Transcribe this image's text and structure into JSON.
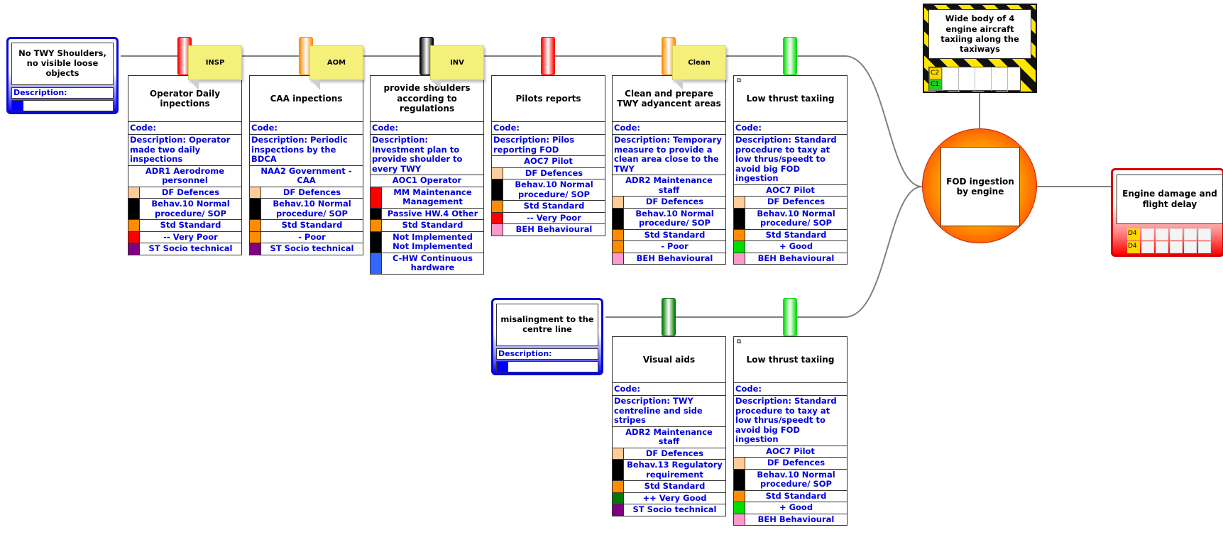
{
  "threats": [
    {
      "id": "t1",
      "title": "No TWY Shoulders, no visible loose objects",
      "description_label": "Description:"
    },
    {
      "id": "t2",
      "title": "misalingment to the centre line",
      "description_label": "Description:"
    }
  ],
  "notes": [
    "INSP",
    "AOM",
    "INV",
    "Clean"
  ],
  "barriers": [
    {
      "title": "Operator Daily inpections",
      "code": "Code:",
      "description": "Description: Operator made two daily inspections",
      "owner": "ADR1 Aerodrome personnel",
      "rows": [
        {
          "label": "DF Defences",
          "color": "#ffcc99"
        },
        {
          "label": "Behav.10 Normal procedure/ SOP",
          "color": "#000000"
        },
        {
          "label": "Std Standard",
          "color": "#ff8c00"
        },
        {
          "label": "-- Very Poor",
          "color": "#ff0000"
        },
        {
          "label": "ST Socio technical",
          "color": "#800080"
        }
      ]
    },
    {
      "title": "CAA inpections",
      "code": "Code:",
      "description": "Description: Periodic inspections by the BDCA",
      "owner": "NAA2 Government - CAA",
      "rows": [
        {
          "label": "DF Defences",
          "color": "#ffcc99"
        },
        {
          "label": "Behav.10 Normal procedure/ SOP",
          "color": "#000000"
        },
        {
          "label": "Std Standard",
          "color": "#ff8c00"
        },
        {
          "label": "- Poor",
          "color": "#ff8c00"
        },
        {
          "label": "ST Socio technical",
          "color": "#800080"
        }
      ]
    },
    {
      "title": "provide shoulders according to regulations",
      "code": "Code:",
      "description": "Description: Investment plan to provide shoulder to every TWY",
      "owner": "AOC1 Operator",
      "rows": [
        {
          "label": "MM Maintenance Management",
          "color": "#ff0000"
        },
        {
          "label": "Passive HW.4 Other",
          "color": "#000000"
        },
        {
          "label": "Std Standard",
          "color": "#ff8c00"
        },
        {
          "label": "Not Implemented Not Implemented",
          "color": "#000000"
        },
        {
          "label": "C-HW Continuous hardware",
          "color": "#3366ff"
        }
      ]
    },
    {
      "title": "Pilots reports",
      "code": "Code:",
      "description": "Description: Pilos reporting FOD",
      "owner": "AOC7 Pilot",
      "rows": [
        {
          "label": "DF Defences",
          "color": "#ffcc99"
        },
        {
          "label": "Behav.10 Normal procedure/ SOP",
          "color": "#000000"
        },
        {
          "label": "Std Standard",
          "color": "#ff8c00"
        },
        {
          "label": "-- Very Poor",
          "color": "#ff0000"
        },
        {
          "label": "BEH Behavioural",
          "color": "#ff99cc"
        }
      ]
    },
    {
      "title": "Clean and prepare TWY adyancent areas",
      "code": "Code:",
      "description": "Description: Temporary measure to provide a clean area close to the TWY",
      "owner": "ADR2 Maintenance staff",
      "rows": [
        {
          "label": "DF Defences",
          "color": "#ffcc99"
        },
        {
          "label": "Behav.10 Normal procedure/ SOP",
          "color": "#000000"
        },
        {
          "label": "Std Standard",
          "color": "#ff8c00"
        },
        {
          "label": "- Poor",
          "color": "#ff8c00"
        },
        {
          "label": "BEH Behavioural",
          "color": "#ff99cc"
        }
      ]
    },
    {
      "title": "Low thrust taxiing",
      "code": "Code:",
      "description": "Description: Standard procedure to taxy at low thrus/speedt to avoid big FOD ingestion",
      "owner": "AOC7 Pilot",
      "rows": [
        {
          "label": "DF Defences",
          "color": "#ffcc99"
        },
        {
          "label": "Behav.10 Normal procedure/ SOP",
          "color": "#000000"
        },
        {
          "label": "Std Standard",
          "color": "#ff8c00"
        },
        {
          "label": "+ Good",
          "color": "#00dd00"
        },
        {
          "label": "BEH Behavioural",
          "color": "#ff99cc"
        }
      ]
    },
    {
      "title": "Visual aids",
      "code": "Code:",
      "description": "Description: TWY centreline and side stripes",
      "owner": "ADR2 Maintenance staff",
      "rows": [
        {
          "label": "DF Defences",
          "color": "#ffcc99"
        },
        {
          "label": "Behav.13 Regulatory requirement",
          "color": "#000000"
        },
        {
          "label": "Std Standard",
          "color": "#ff8c00"
        },
        {
          "label": "++ Very Good",
          "color": "#007a00"
        },
        {
          "label": "ST Socio technical",
          "color": "#800080"
        }
      ]
    },
    {
      "title": "Low thrust taxiing",
      "code": "Code:",
      "description": "Description: Standard procedure to taxy at low thrus/speedt to avoid big FOD ingestion",
      "owner": "AOC7 Pilot",
      "rows": [
        {
          "label": "DF Defences",
          "color": "#ffcc99"
        },
        {
          "label": "Behav.10 Normal procedure/ SOP",
          "color": "#000000"
        },
        {
          "label": "Std Standard",
          "color": "#ff8c00"
        },
        {
          "label": "+ Good",
          "color": "#00dd00"
        },
        {
          "label": "BEH Behavioural",
          "color": "#ff99cc"
        }
      ]
    }
  ],
  "hazard": {
    "title": "Wide body of 4 engine aircraft taxiing along the taxiways",
    "risk_labels": [
      "C2",
      "C1"
    ],
    "risk_colors": [
      "#ffd700",
      "#22cc22"
    ]
  },
  "top_event": {
    "title": "FOD ingestion by engine"
  },
  "consequence": {
    "title": "Engine damage and flight delay",
    "risk_labels": [
      "D4",
      "D4"
    ],
    "risk_colors": [
      "#ffd700",
      "#ffd700"
    ]
  },
  "tab_colors": [
    "#ff0000",
    "#ff8c00",
    "#000000",
    "#ff0000",
    "#ff8c00",
    "#00dd00",
    "#007a00",
    "#00dd00"
  ]
}
